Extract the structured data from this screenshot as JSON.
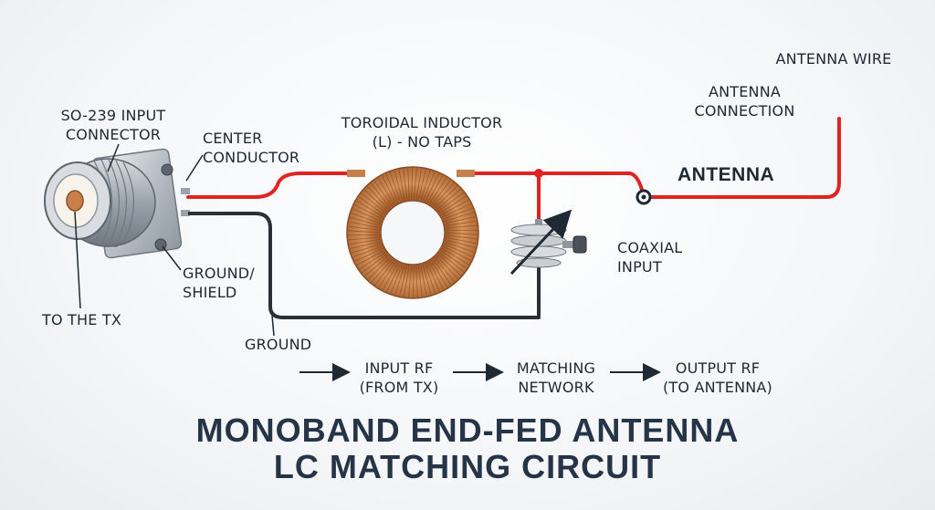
{
  "labels": {
    "so239": "SO-239 INPUT\nCONNECTOR",
    "center_conductor": "CENTER\nCONDUCTOR",
    "toroid": "TOROIDAL INDUCTOR\n(L) - NO TAPS",
    "antenna_wire": "ANTENNA WIRE",
    "antenna_connection": "ANTENNA\nCONNECTION",
    "antenna": "ANTENNA",
    "coaxial_input": "COAXIAL\nINPUT",
    "ground_shield": "GROUND/\nSHIELD",
    "to_tx": "TO THE TX",
    "ground": "GROUND"
  },
  "flow": {
    "step1": "INPUT RF\n(FROM TX)",
    "step2": "MATCHING\nNETWORK",
    "step3": "OUTPUT RF\n(TO ANTENNA)"
  },
  "title": {
    "line1": "MONOBAND END-FED ANTENNA",
    "line2": "LC MATCHING CIRCUIT"
  },
  "colors": {
    "wire_hot": "#e02424",
    "wire_ground": "#2b2f36",
    "copper": "#c8804a",
    "text": "#1f2933"
  }
}
